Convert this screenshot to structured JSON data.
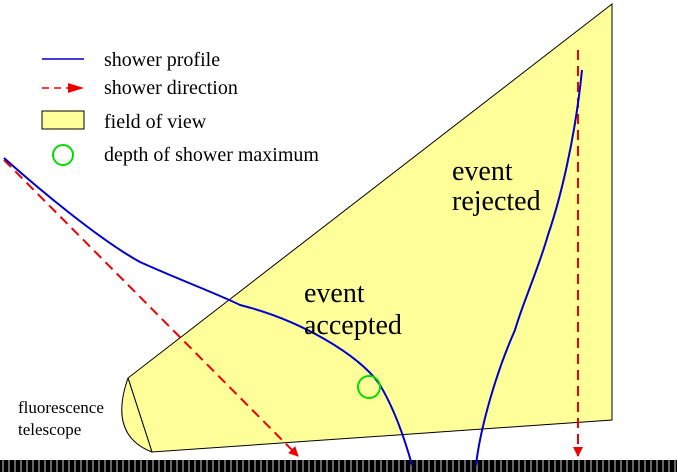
{
  "legend": {
    "items": [
      {
        "label": "shower profile",
        "symbol": "blue-line"
      },
      {
        "label": "shower direction",
        "symbol": "red-dashed-arrow"
      },
      {
        "label": "field of view",
        "symbol": "yellow-box"
      },
      {
        "label": "depth of shower maximum",
        "symbol": "green-circle"
      }
    ]
  },
  "labels": {
    "event_accepted": [
      "event",
      "accepted"
    ],
    "event_rejected": [
      "event",
      "rejected"
    ],
    "telescope": [
      "fluorescence",
      "telescope"
    ]
  },
  "colors": {
    "field_of_view_fill": "#ffff99",
    "shower_profile": "#0000cc",
    "shower_direction": "#ee0000",
    "shower_maximum": "#00dd00",
    "ground": "#000000"
  }
}
